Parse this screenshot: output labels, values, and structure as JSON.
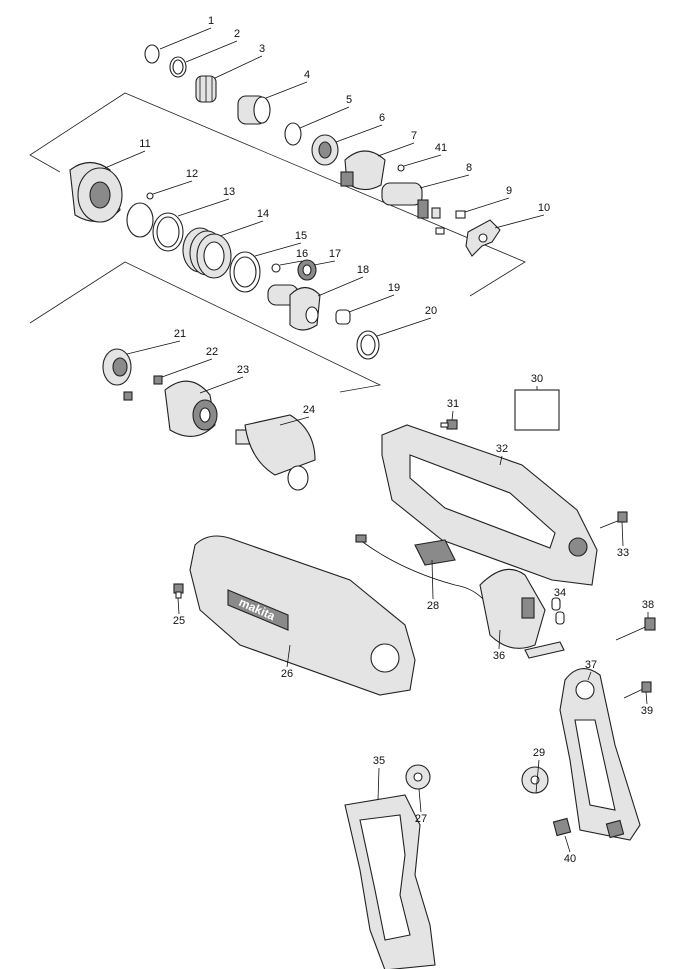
{
  "diagram": {
    "type": "exploded-parts-diagram",
    "labels": {
      "p1": "1",
      "p2": "2",
      "p3": "3",
      "p4": "4",
      "p5": "5",
      "p6": "6",
      "p7": "7",
      "p8": "8",
      "p9": "9",
      "p10": "10",
      "p11": "11",
      "p12": "12",
      "p13": "13",
      "p14": "14",
      "p15": "15",
      "p16": "16",
      "p17": "17",
      "p18": "18",
      "p19": "19",
      "p20": "20",
      "p21": "21",
      "p22": "22",
      "p23": "23",
      "p24": "24",
      "p25": "25",
      "p26": "26",
      "p27": "27",
      "p28": "28",
      "p29": "29",
      "p30": "30",
      "p31": "31",
      "p32": "32",
      "p33": "33",
      "p34": "34",
      "p35": "35",
      "p36": "36",
      "p37": "37",
      "p38": "38",
      "p39": "39",
      "p40": "40",
      "p41": "41"
    },
    "brand_mark": "makita"
  }
}
